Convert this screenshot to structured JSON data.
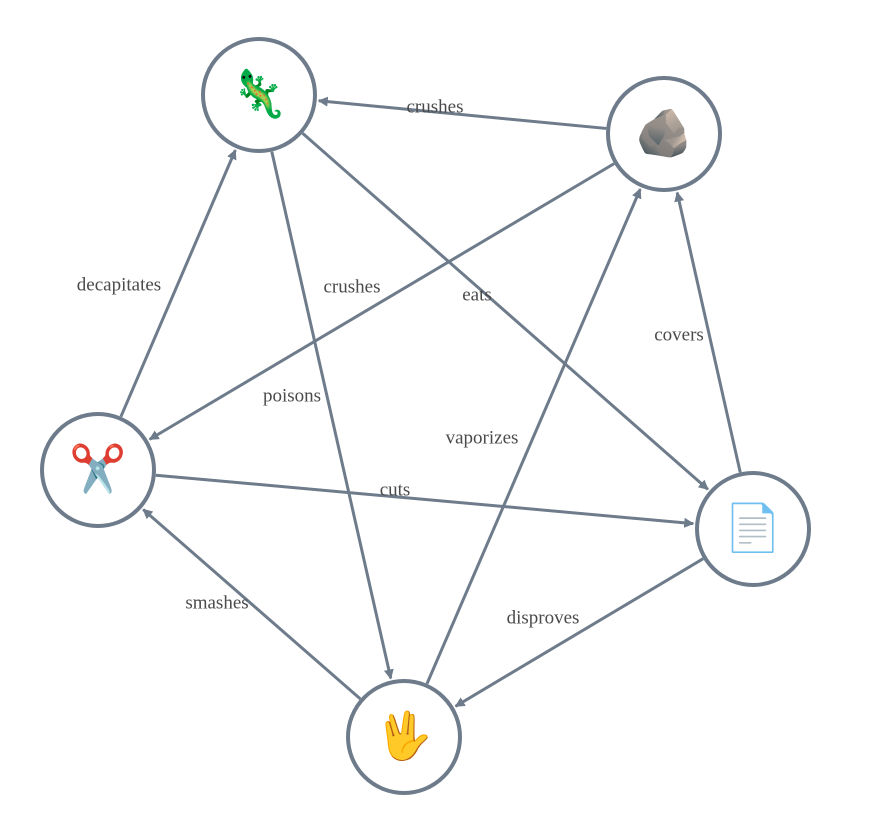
{
  "nodes": [
    {
      "id": "lizard",
      "name": "lizard-node",
      "icon": "🦎",
      "icon_name": "lizard-icon"
    },
    {
      "id": "rock",
      "name": "rock-node",
      "icon": "🪨",
      "icon_name": "rock-icon"
    },
    {
      "id": "scissors",
      "name": "scissors-node",
      "icon": "✂️",
      "icon_name": "scissors-icon"
    },
    {
      "id": "paper",
      "name": "paper-node",
      "icon": "📄",
      "icon_name": "paper-icon"
    },
    {
      "id": "spock",
      "name": "spock-node",
      "icon": "🖖",
      "icon_name": "spock-hand-icon"
    }
  ],
  "edges": [
    {
      "from": "rock",
      "to": "lizard",
      "label": "crushes"
    },
    {
      "from": "lizard",
      "to": "paper",
      "label": "eats"
    },
    {
      "from": "lizard",
      "to": "spock",
      "label": "poisons"
    },
    {
      "from": "rock",
      "to": "scissors",
      "label": "crushes"
    },
    {
      "from": "scissors",
      "to": "lizard",
      "label": "decapitates"
    },
    {
      "from": "paper",
      "to": "rock",
      "label": "covers"
    },
    {
      "from": "spock",
      "to": "rock",
      "label": "vaporizes"
    },
    {
      "from": "scissors",
      "to": "paper",
      "label": "cuts"
    },
    {
      "from": "spock",
      "to": "scissors",
      "label": "smashes"
    },
    {
      "from": "paper",
      "to": "spock",
      "label": "disproves"
    }
  ],
  "colors": {
    "edge": "#6e7b8b",
    "node_border": "#6e7b8b",
    "label": "#4a4a4a"
  }
}
